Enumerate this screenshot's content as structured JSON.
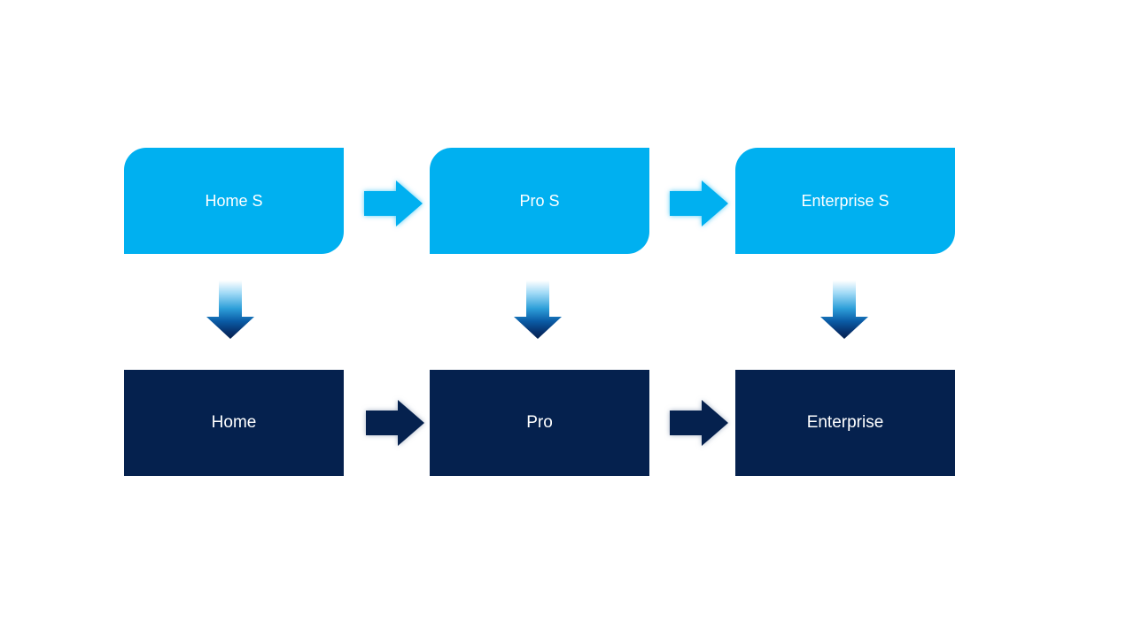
{
  "diagram": {
    "title": "edition-upgrade-flow",
    "top_row": [
      {
        "label": "Home S"
      },
      {
        "label": "Pro S"
      },
      {
        "label": "Enterprise S"
      }
    ],
    "bottom_row": [
      {
        "label": "Home"
      },
      {
        "label": "Pro"
      },
      {
        "label": "Enterprise"
      }
    ],
    "icons": {
      "right_arrow_top": "right-arrow-icon",
      "right_arrow_bottom": "right-arrow-icon",
      "down_arrow": "down-arrow-icon"
    },
    "colors": {
      "background": "#FFFFFF",
      "light_blue": "#00B0F0",
      "dark_navy": "#05214E",
      "label_text": "#FFFFFF",
      "down_arrow_gradient": [
        "#FFFFFF",
        "#9FD9F6",
        "#2D9FD9",
        "#0A5BA5",
        "#07326E",
        "#05214E"
      ]
    }
  }
}
